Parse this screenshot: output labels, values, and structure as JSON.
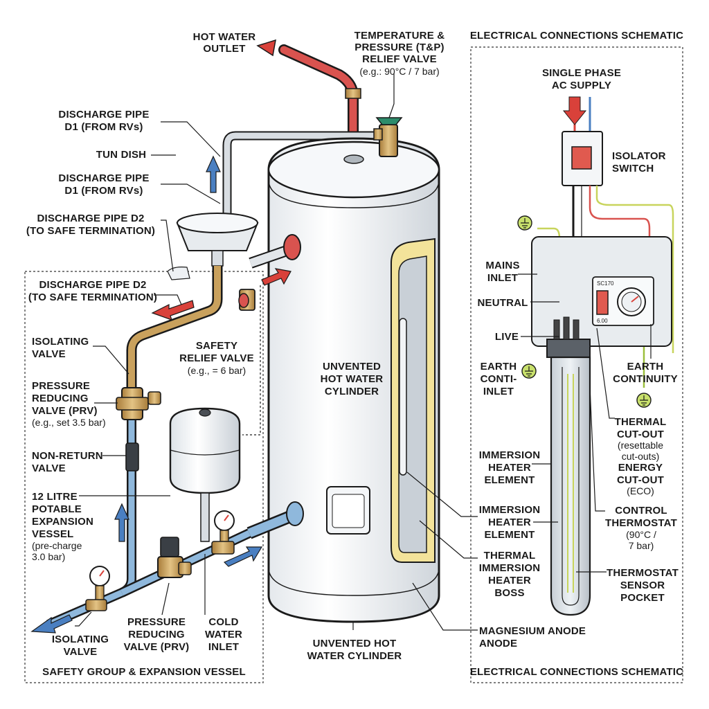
{
  "colors": {
    "hot_pipe": "#d9534f",
    "cold_pipe": "#8fb8dc",
    "brass": "#c9a15d",
    "tank": "#eef1f4",
    "insulation": "#f3e39a",
    "arrow_red": "#d9413a",
    "arrow_blue": "#4a7fc1",
    "earth": "#9bbf3c",
    "tank_outline": "#1a1a1a"
  },
  "left": {
    "hot_water_outlet": [
      "HOT WATER",
      "OUTLET"
    ],
    "tp_relief_valve": [
      "TEMPERATURE &",
      "PRESSURE (T&P)",
      "RELIEF VALVE"
    ],
    "tp_relief_spec": "(e.g.: 90°C / 7 bar)",
    "discharge_d1_a": [
      "DISCHARGE PIPE",
      "D1 (FROM RVs)"
    ],
    "tun_dish": "TUN DISH",
    "discharge_d1_b": [
      "DISCHARGE PIPE",
      "D1 (FROM RVs)"
    ],
    "discharge_d2_a": [
      "DISCHARGE PIPE D2",
      "(TO SAFE TERMINATION)"
    ],
    "discharge_d2_b": [
      "DISCHARGE PIPE D2",
      "(TO SAFE TERMINATION)"
    ],
    "isolating_valve_top": [
      "ISOLATING",
      "VALVE"
    ],
    "safety_relief_valve": [
      "SAFETY",
      "RELIEF VALVE"
    ],
    "safety_relief_spec": "(e.g., = 6 bar)",
    "prv_top": [
      "PRESSURE",
      "REDUCING",
      "VALVE (PRV)"
    ],
    "prv_top_spec": "(e.g., set 3.5 bar)",
    "non_return_valve": [
      "NON-RETURN",
      "VALVE"
    ],
    "expansion_vessel": [
      "12 LITRE",
      "POTABLE",
      "EXPANSION",
      "VESSEL"
    ],
    "expansion_spec": [
      "(pre-charge",
      "3.0 bar)"
    ],
    "isolating_valve_bottom": [
      "ISOLATING",
      "VALVE"
    ],
    "prv_bottom": [
      "PRESSURE",
      "REDUCING",
      "VALVE (PRV)"
    ],
    "cold_water_inlet": [
      "COLD",
      "WATER",
      "INLET"
    ],
    "safety_group_caption": "SAFETY GROUP & EXPANSION VESSEL"
  },
  "cylinder": {
    "center_label": [
      "UNVENTED",
      "HOT WATER",
      "CYLINDER"
    ],
    "bottom_label": [
      "UNVENTED HOT",
      "WATER CYLINDER"
    ]
  },
  "right": {
    "title_top": "ELECTRICAL CONNECTIONS SCHEMATIC",
    "title_bottom": "ELECTRICAL CONNECTIONS SCHEMATIC",
    "single_phase": [
      "SINGLE PHASE",
      "AC SUPPLY"
    ],
    "isolator_switch": [
      "ISOLATOR",
      "SWITCH"
    ],
    "mains_inlet": [
      "MAINS",
      "INLET"
    ],
    "neutral": "NEUTRAL",
    "live": "LIVE",
    "earth_conti_inlet": [
      "EARTH",
      "CONTI-",
      "INLET"
    ],
    "earth_continuity": [
      "EARTH",
      "CONTINUITY"
    ],
    "thermal_cutout": [
      "THERMAL",
      "CUT-OUT"
    ],
    "thermal_cutout_note": [
      "(resettable",
      "cut-outs)"
    ],
    "energy_cutout": [
      "ENERGY",
      "CUT-OUT"
    ],
    "energy_cutout_note": "(ECO)",
    "immersion_1": [
      "IMMERSION",
      "HEATER",
      "ELEMENT"
    ],
    "immersion_2": [
      "IMMERSION",
      "HEATER",
      "ELEMENT"
    ],
    "control_thermostat": [
      "CONTROL",
      "THERMOSTAT"
    ],
    "control_thermostat_spec": [
      "(90°C /",
      "7 bar)"
    ],
    "thermal_boss": [
      "THERMAL",
      "IMMERSION",
      "HEATER",
      "BOSS"
    ],
    "thermostat_pocket": [
      "THERMOSTAT",
      "SENSOR",
      "POCKET"
    ],
    "magnesium_anode": [
      "MAGNESIUM ANODE",
      "ANODE"
    ],
    "device_code": "SC170",
    "device_reading": "6.00"
  }
}
